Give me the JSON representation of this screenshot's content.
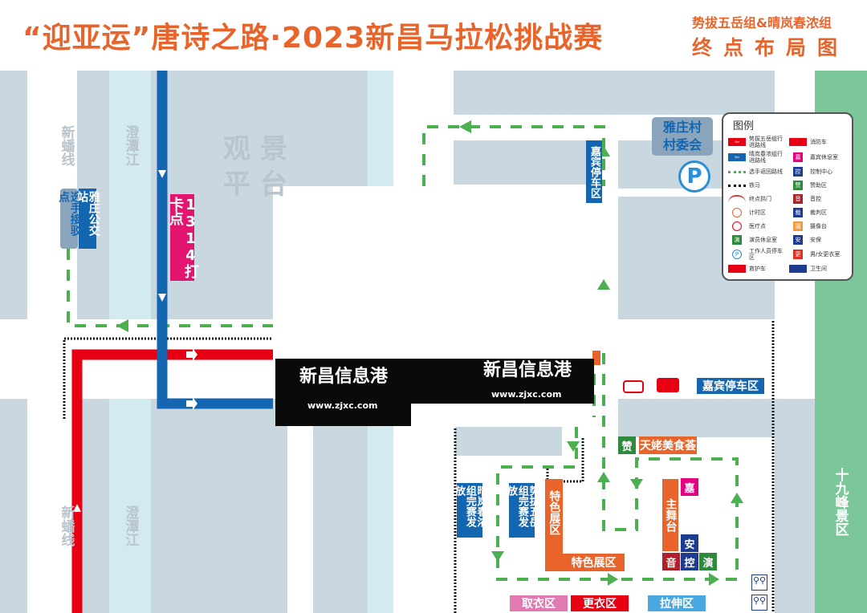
{
  "header": {
    "title": "“迎亚运”唐诗之路·2023新昌马拉松挑战赛",
    "subtitle": "势拔五岳组&晴岚春浓组",
    "map_name": "终点布局图"
  },
  "map_labels": {
    "road_left_top": "新蟠线",
    "road_left_bottom": "新蟠线",
    "river_top": "澄潭江",
    "river_bottom": "澄潭江",
    "viewing_platform": "观景平台",
    "runner_pickup": "选手接驳点",
    "bus_stop": "雅庄公交站",
    "checkin_point": "1314打卡点",
    "village_committee": "雅庄村村委会",
    "vip_parking_vertical": "嘉宾停车区",
    "vip_parking": "嘉宾停车区",
    "scenic_area": "十九峰景区",
    "sponsor_mark": "赞",
    "food_court": "天姥美食荟",
    "finish_qinglan": "晴岚春浓组完赛发放",
    "finish_shiba": "势拔五岳组完赛发放",
    "feature_zone_vertical": "特色展区",
    "feature_zone": "特色展区",
    "main_stage": "主舞台",
    "vip_mark": "嘉",
    "security_mark": "安",
    "sound_mark": "音",
    "control_mark": "控",
    "performer_mark": "演",
    "pickup_clothes": "取衣区",
    "changing": "更衣区",
    "stretching": "拉伸区",
    "parking_mark": "P"
  },
  "watermark": {
    "text": "新昌信息港",
    "url": "www.zjxc.com"
  },
  "legend": {
    "title": "图例",
    "items": [
      {
        "label": "势拔五岳组行进路线",
        "icon": "red-arrow",
        "color": "#e60012"
      },
      {
        "label": "消防车",
        "icon": "fire-truck",
        "color": "#e60012"
      },
      {
        "label": "晴岚春浓组行进路线",
        "icon": "blue-arrow",
        "color": "#1466b0"
      },
      {
        "label": "嘉宾休息室",
        "icon": "嘉",
        "color": "#e4007f"
      },
      {
        "label": "选手返回路线",
        "icon": "green-dash",
        "color": "#4caf50"
      },
      {
        "label": "控制中心",
        "icon": "控",
        "color": "#1d3c8f"
      },
      {
        "label": "铁马",
        "icon": "black-dots",
        "color": "#111111"
      },
      {
        "label": "赞助区",
        "icon": "赞",
        "color": "#2e8b3d"
      },
      {
        "label": "终点拱门",
        "icon": "arch",
        "color": "#d04040"
      },
      {
        "label": "音控",
        "icon": "音",
        "color": "#b0202a"
      },
      {
        "label": "计时区",
        "icon": "timer",
        "color": "#e8642a"
      },
      {
        "label": "裁判区",
        "icon": "裁",
        "color": "#1d3c8f"
      },
      {
        "label": "医疗点",
        "icon": "medical",
        "color": "#e60012"
      },
      {
        "label": "摄像台",
        "icon": "摄",
        "color": "#f39a3c"
      },
      {
        "label": "演员休息室",
        "icon": "演",
        "color": "#2e8b3d"
      },
      {
        "label": "安保",
        "icon": "安",
        "color": "#1d3c8f"
      },
      {
        "label": "工作人员停车区",
        "icon": "P",
        "color": "#2a8fd6"
      },
      {
        "label": "男/女更衣室",
        "icon": "更",
        "color": "#e03020"
      },
      {
        "label": "救护车",
        "icon": "ambulance",
        "color": "#e60012"
      },
      {
        "label": "卫生间",
        "icon": "toilet",
        "color": "#1d3c8f"
      }
    ]
  },
  "colors": {
    "title": "#e8642a",
    "block": "#c9d7e1",
    "river": "#d3eaf0",
    "route_red": "#e60012",
    "route_blue": "#1466b0",
    "return_green": "#4caf50",
    "scenic_green": "#7cc79a",
    "orange": "#e8642a"
  }
}
